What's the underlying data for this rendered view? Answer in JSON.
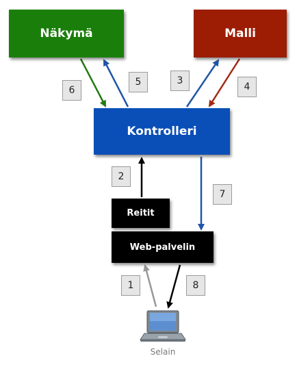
{
  "boxes": {
    "nakyma": "Näkymä",
    "malli": "Malli",
    "kontrolleri": "Kontrolleri",
    "reitit": "Reitit",
    "webpalvelin": "Web-palvelin"
  },
  "steps": [
    "1",
    "2",
    "3",
    "4",
    "5",
    "6",
    "7",
    "8"
  ],
  "client": {
    "label": "Selain",
    "icon": "laptop-icon"
  },
  "colors": {
    "nakyma": "#1a7f0a",
    "malli": "#9c1c04",
    "kontrolleri": "#0a4fb8",
    "black": "#000000",
    "arrow_blue": "#1f55a8",
    "arrow_green": "#237a12",
    "arrow_red": "#a32a14",
    "arrow_gray": "#999999"
  }
}
